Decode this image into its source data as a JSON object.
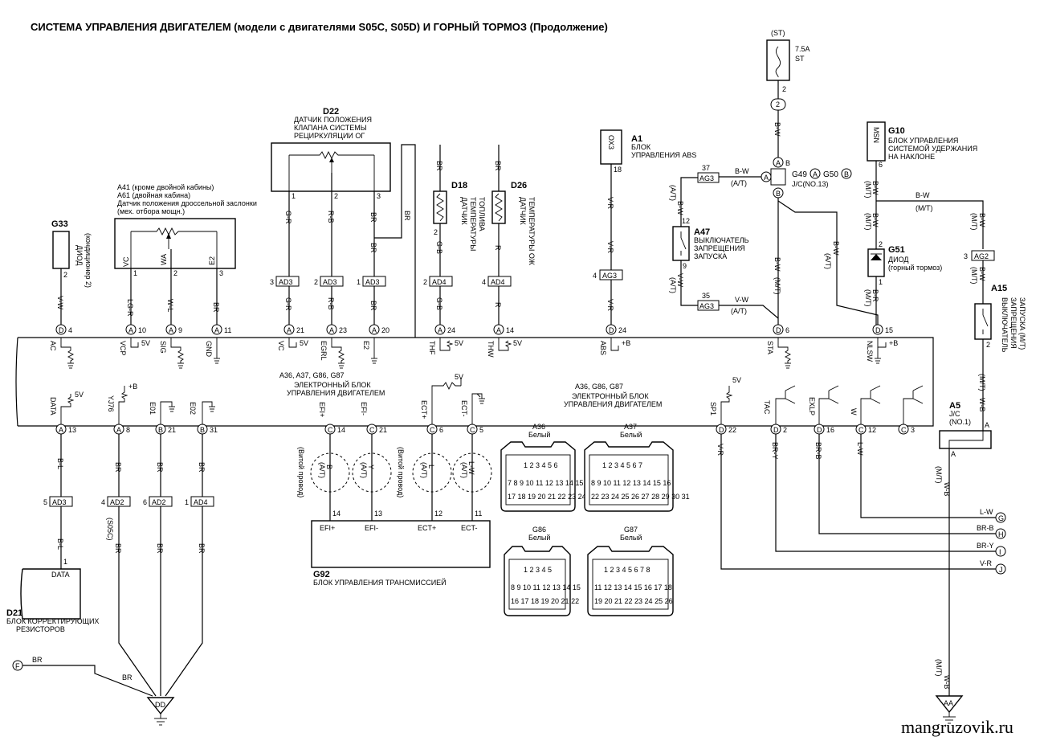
{
  "title": "СИСТЕМА УПРАВЛЕНИЯ ДВИГАТЕЛЕМ (модели с двигателями S05C, S05D) И ГОРНЫЙ ТОРМОЗ (Продолжение)",
  "watermark": "mangruzovik.ru",
  "components": {
    "g33": {
      "id": "G33",
      "desc1": "ДИОД",
      "desc2": "(кондиционер 2)"
    },
    "a41": {
      "l1": "А41 (кроме двойной кабины)",
      "l2": "А61 (двойная кабина)",
      "l3": "Датчик положения дроссельной заслонки",
      "l4": "(мех. отбора мощн.)",
      "pins": [
        "VC",
        "WA",
        "E2"
      ]
    },
    "d22": {
      "id": "D22",
      "l1": "ДАТЧИК ПОЛОЖЕНИЯ",
      "l2": "КЛАПАНА СИСТЕМЫ",
      "l3": "РЕЦИРКУЛЯЦИИ ОГ"
    },
    "d18": {
      "id": "D18",
      "l1": "ДАТЧИК",
      "l2": "ТЕМПЕРАТУРЫ",
      "l3": "ТОПЛИВА"
    },
    "d26": {
      "id": "D26",
      "l1": "ДАТЧИК",
      "l2": "ТЕМПЕРАТУРЫ ОЖ"
    },
    "a1": {
      "id": "A1",
      "l1": "БЛОК",
      "l2": "УПРАВЛЕНИЯ ABS",
      "pin": "OX3"
    },
    "st": {
      "label": "(ST)",
      "rating": "7.5A",
      "name": "ST"
    },
    "g49": {
      "text": "G49",
      "g50": "G50",
      "jc": "J/C(NO.13)"
    },
    "g10": {
      "id": "G10",
      "l1": "БЛОК УПРАВЛЕНИЯ",
      "l2": "СИСТЕМОЙ УДЕРЖАНИЯ",
      "l3": "НА НАКЛОНЕ",
      "pin": "MSN"
    },
    "a47": {
      "id": "A47",
      "l1": "ВЫКЛЮЧАТЕЛЬ",
      "l2": "ЗАПРЕЩЕНИЯ",
      "l3": "ЗАПУСКА"
    },
    "g51": {
      "id": "G51",
      "l1": "ДИОД",
      "l2": "(горный тормоз)"
    },
    "a15": {
      "id": "A15",
      "l1": "ВЫКЛЮЧАТЕЛЬ",
      "l2": "ЗАПРЕЩЕНИЯ",
      "l3": "ЗАПУСКА (М/Т)"
    },
    "a5": {
      "id": "A5",
      "l1": "J/C",
      "l2": "(NO.1)"
    },
    "d21": {
      "id": "D21",
      "l1": "БЛОК КОРРЕКТИРУЮЩИХ",
      "l2": "РЕЗИСТОРОВ",
      "pin": "DATA"
    },
    "g92": {
      "id": "G92",
      "desc": "БЛОК УПРАВЛЕНИЯ ТРАНСМИССИЕЙ",
      "pins": [
        "EFI+",
        "EFI-",
        "ECT+",
        "ECT-"
      ]
    },
    "ecu1": {
      "refs": "A36, A37, G86, G87",
      "l1": "ЭЛЕКТРОННЫЙ БЛОК",
      "l2": "УПРАВЛЕНИЯ ДВИГАТЕЛЕМ"
    },
    "ecu2": {
      "refs": "A36, G86, G87",
      "l1": "ЭЛЕКТРОННЫЙ БЛОК",
      "l2": "УПРАВЛЕНИЯ ДВИГАТЕЛЕМ"
    }
  },
  "ecu_top_pins": [
    "AC",
    "VCP",
    "SIG",
    "GND",
    "VC",
    "EGRL",
    "E2",
    "THF",
    "THW",
    "ABS",
    "STA",
    "NLSW"
  ],
  "ecu_bottom_pins": [
    "DATA",
    "YJ76",
    "E01",
    "E02",
    "EFI+",
    "EFI-",
    "ECT+",
    "ECT-",
    "SP1",
    "TAC",
    "EXLP",
    "W"
  ],
  "connectors": {
    "a36": {
      "name": "A36",
      "color": "Белый"
    },
    "a37": {
      "name": "A37",
      "color": "Белый"
    },
    "g86": {
      "name": "G86",
      "color": "Белый"
    },
    "g87": {
      "name": "G87",
      "color": "Белый"
    }
  },
  "grounds": {
    "dd": "DD",
    "aa": "AA"
  },
  "outputs": [
    {
      "wire": "L-W",
      "letter": "G"
    },
    {
      "wire": "BR-B",
      "letter": "H"
    },
    {
      "wire": "BR-Y",
      "letter": "I"
    },
    {
      "wire": "V-R",
      "letter": "J"
    }
  ],
  "input_f": {
    "letter": "F",
    "wire": "BR"
  },
  "labels": {
    "v5": "5V",
    "pb": "+B",
    "at": "(A/T)",
    "mt": "(M/T)",
    "twisted": "(Витой провод)",
    "s05c": "(S05C)",
    "ad3": "AD3",
    "ad4": "AD4",
    "ad2": "AD2",
    "ag3": "AG3",
    "ag2": "AG2",
    "a": "A",
    "b": "B",
    "c": "C",
    "d": "D"
  }
}
